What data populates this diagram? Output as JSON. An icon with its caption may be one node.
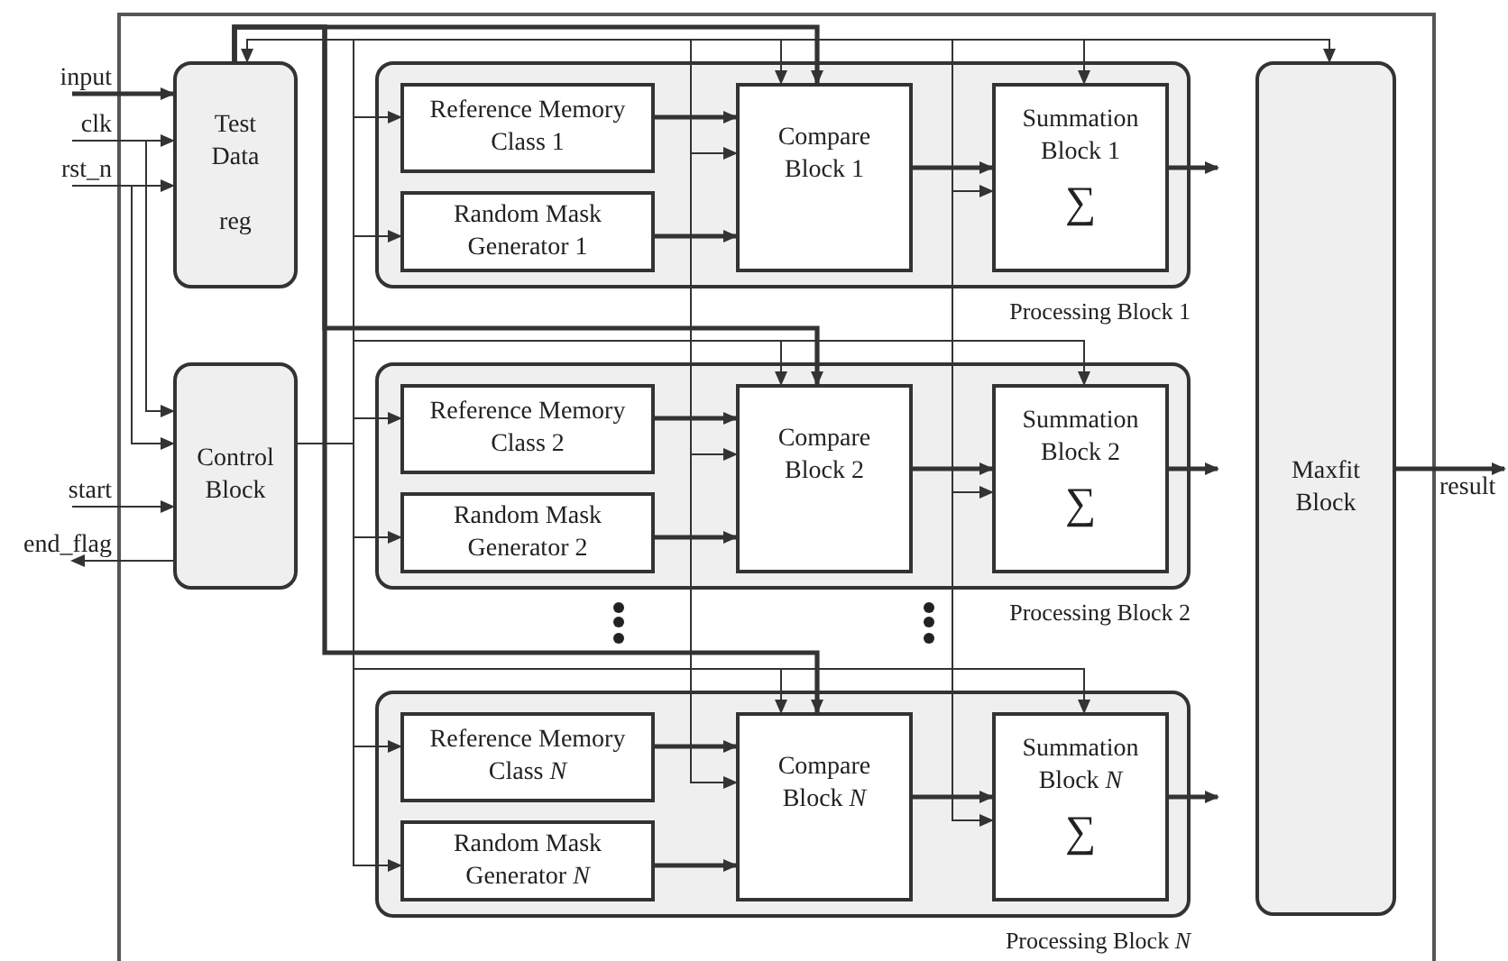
{
  "diagram": {
    "nodes": [
      {
        "text": [
          "Test Data",
          "reg"
        ]
      },
      {
        "text": [
          "Control Block"
        ]
      },
      {
        "text": [
          "Processing Block 1"
        ]
      },
      {
        "text": [
          "Reference Memory Class 1"
        ],
        "in": 2
      },
      {
        "text": [
          "Random Mask Generator 1"
        ],
        "in": 2
      },
      {
        "text": [
          "Compare Block 1"
        ],
        "in": 2
      },
      {
        "text": [
          "Summation Block 1",
          "∑"
        ],
        "in": 2
      },
      {
        "text": [
          "Processing Block 2"
        ]
      },
      {
        "text": [
          "Reference Memory Class 2"
        ],
        "in": 7
      },
      {
        "text": [
          "Random Mask Generator 2"
        ],
        "in": 7
      },
      {
        "text": [
          "Compare Block 2"
        ],
        "in": 7
      },
      {
        "text": [
          "Summation Block 2",
          "∑"
        ],
        "in": 7
      },
      {
        "text": [
          "Processing Block *N*"
        ]
      },
      {
        "text": [
          "Reference Memory Class *N*"
        ],
        "in": 12
      },
      {
        "text": [
          "Random Mask Generator *N*"
        ],
        "in": 12
      },
      {
        "text": [
          "Compare Block *N*"
        ],
        "in": 12
      },
      {
        "text": [
          "Summation Block *N*",
          "∑"
        ],
        "in": 12
      },
      {
        "text": [
          "Maxfit Block"
        ]
      },
      {
        "text": [
          "input"
        ]
      },
      {
        "text": [
          "clk"
        ]
      },
      {
        "text": [
          "rst_n"
        ]
      },
      {
        "text": [
          "start"
        ]
      },
      {
        "text": [
          "end_flag"
        ]
      },
      {
        "text": [
          "result"
        ]
      }
    ],
    "edges": [
      {
        "from": 18,
        "to": 0,
        "arrow": "to",
        "style": "thick"
      },
      {
        "from": 19,
        "to": 0,
        "arrow": "to"
      },
      {
        "from": 20,
        "to": 0,
        "arrow": "to"
      },
      {
        "from": 19,
        "to": 1,
        "arrow": "to"
      },
      {
        "from": 20,
        "to": 1,
        "arrow": "to"
      },
      {
        "from": 21,
        "to": 1,
        "arrow": "to"
      },
      {
        "from": 1,
        "to": 22,
        "arrow": "to"
      },
      {
        "from": 1,
        "to": 0,
        "arrow": "to"
      },
      {
        "from": 1,
        "to": 17,
        "arrow": "to"
      },
      {
        "from": 0,
        "to": 5,
        "arrow": "to",
        "style": "thick"
      },
      {
        "from": 1,
        "to": 3,
        "arrow": "to"
      },
      {
        "from": 1,
        "to": 4,
        "arrow": "to"
      },
      {
        "from": 1,
        "to": 5,
        "arrow": "to"
      },
      {
        "from": 1,
        "to": 5,
        "arrow": "to"
      },
      {
        "from": 1,
        "to": 6,
        "arrow": "to"
      },
      {
        "from": 1,
        "to": 6,
        "arrow": "to"
      },
      {
        "from": 3,
        "to": 5,
        "arrow": "to",
        "style": "thick"
      },
      {
        "from": 4,
        "to": 5,
        "arrow": "to",
        "style": "thick"
      },
      {
        "from": 5,
        "to": 6,
        "arrow": "to",
        "style": "thick"
      },
      {
        "from": 6,
        "to": null,
        "arrow": "to",
        "style": "thick"
      },
      {
        "from": 0,
        "to": 10,
        "arrow": "to",
        "style": "thick"
      },
      {
        "from": 1,
        "to": 8,
        "arrow": "to"
      },
      {
        "from": 1,
        "to": 9,
        "arrow": "to"
      },
      {
        "from": 1,
        "to": 10,
        "arrow": "to"
      },
      {
        "from": 1,
        "to": 10,
        "arrow": "to"
      },
      {
        "from": 1,
        "to": 11,
        "arrow": "to"
      },
      {
        "from": 1,
        "to": 11,
        "arrow": "to"
      },
      {
        "from": 8,
        "to": 10,
        "arrow": "to",
        "style": "thick"
      },
      {
        "from": 9,
        "to": 10,
        "arrow": "to",
        "style": "thick"
      },
      {
        "from": 10,
        "to": 11,
        "arrow": "to",
        "style": "thick"
      },
      {
        "from": 11,
        "to": null,
        "arrow": "to",
        "style": "thick"
      },
      {
        "from": 0,
        "to": 15,
        "arrow": "to",
        "style": "thick"
      },
      {
        "from": 1,
        "to": 13,
        "arrow": "to"
      },
      {
        "from": 1,
        "to": 14,
        "arrow": "to"
      },
      {
        "from": 1,
        "to": 15,
        "arrow": "to"
      },
      {
        "from": 1,
        "to": 15,
        "arrow": "to"
      },
      {
        "from": 1,
        "to": 16,
        "arrow": "to"
      },
      {
        "from": 1,
        "to": 16,
        "arrow": "to"
      },
      {
        "from": 13,
        "to": 15,
        "arrow": "to",
        "style": "thick"
      },
      {
        "from": 14,
        "to": 15,
        "arrow": "to",
        "style": "thick"
      },
      {
        "from": 15,
        "to": 16,
        "arrow": "to",
        "style": "thick"
      },
      {
        "from": 16,
        "to": null,
        "arrow": "to",
        "style": "thick"
      },
      {
        "from": 17,
        "to": 23,
        "arrow": "to",
        "style": "thick"
      }
    ]
  }
}
